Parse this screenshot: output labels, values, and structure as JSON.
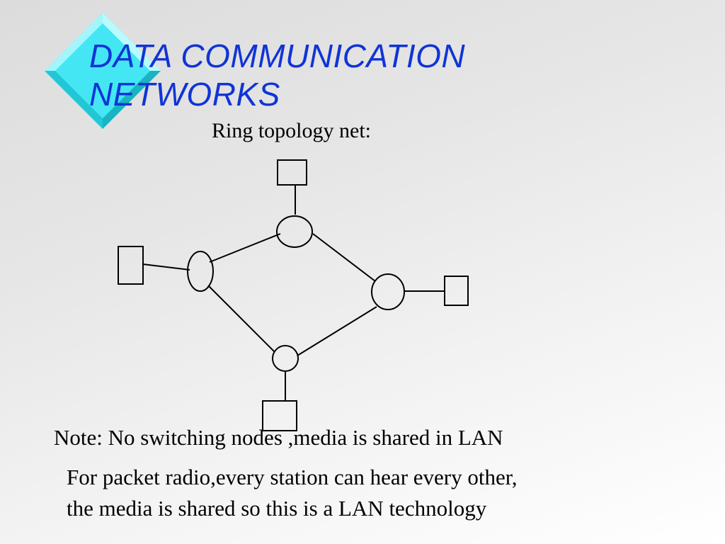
{
  "slide": {
    "title_line1": "DATA COMMUNICATION",
    "title_line2": "NETWORKS",
    "subtitle": "Ring topology net:",
    "note": "Note: No switching nodes ,media is shared in LAN",
    "para_line1": "For packet radio,every station can hear every other,",
    "para_line2": "the media is shared  so this is a LAN technology"
  },
  "colors": {
    "title": "#1034d6",
    "diamond": "#33e0ee"
  }
}
